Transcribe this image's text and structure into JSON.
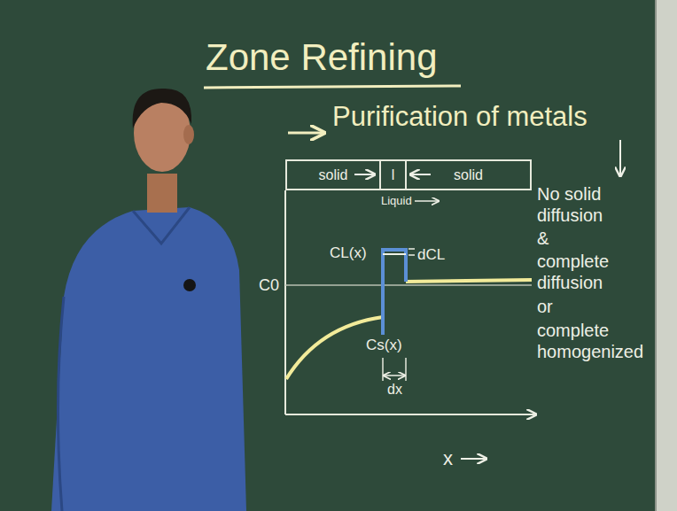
{
  "diagram": {
    "title": "Zone Refining",
    "nodes": [
      {
        "text": [
          "solid"
        ]
      },
      {
        "text": [
          "l"
        ]
      },
      {
        "text": [
          "solid"
        ]
      }
    ],
    "labels": [
      "Purification of metals",
      "Liquid",
      "CL(x)",
      "dCL",
      "C0",
      "Cs(x)",
      "dx",
      "x",
      "No solid diffusion",
      "&",
      "complete diffusion",
      "or",
      "complete homogenized"
    ]
  }
}
